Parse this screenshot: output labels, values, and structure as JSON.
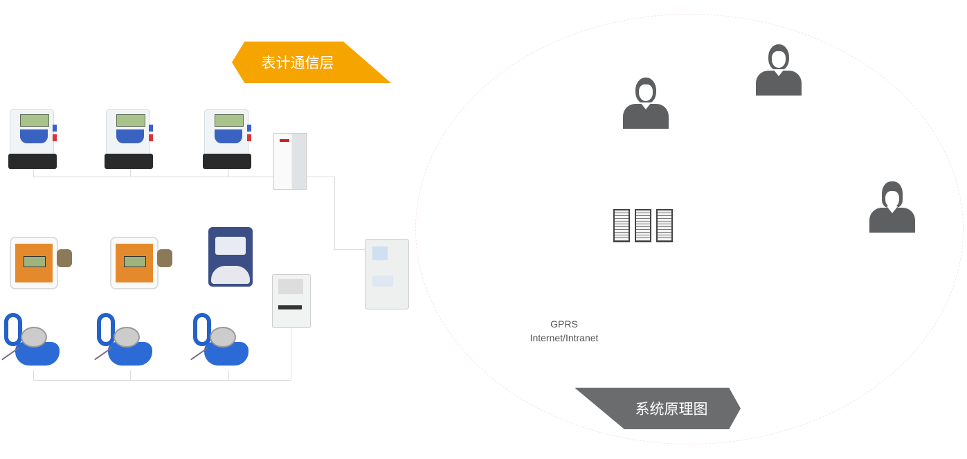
{
  "meter_layer_banner": {
    "label": "表计通信层",
    "color": "#f5a400"
  },
  "system_banner": {
    "label": "系统原理图",
    "color": "#6b6c6e"
  },
  "network": {
    "line1": "GPRS",
    "line2": "Internet/Intranet"
  },
  "icons": {
    "electric_meter": "electric-meter-icon",
    "heat_meter": "heat-meter-icon",
    "gas_meter": "gas-meter-icon",
    "water_meter": "water-meter-icon",
    "collector": "collector-icon",
    "concentrator": "concentrator-icon",
    "server": "server-rack-icon",
    "user": "user-icon"
  }
}
